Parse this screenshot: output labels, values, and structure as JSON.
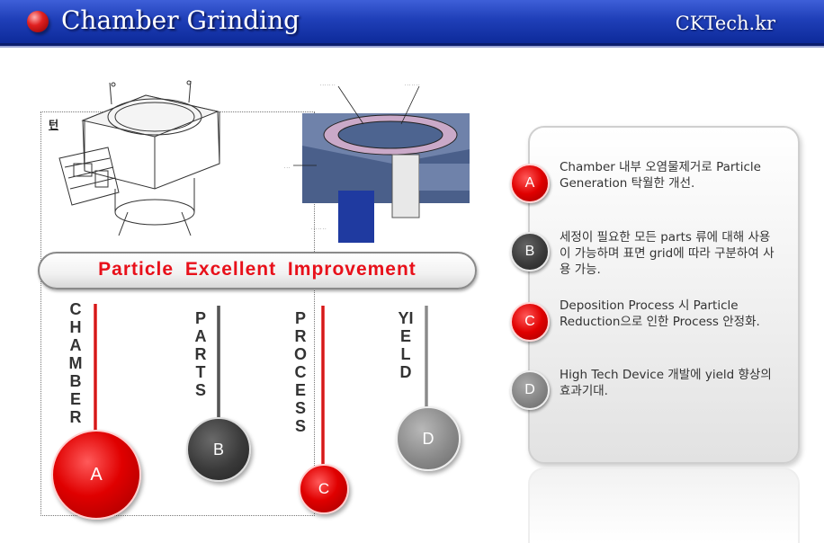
{
  "header": {
    "title": "Chamber Grinding",
    "brand": "CKTech.kr"
  },
  "diagram": {
    "frame_mark": "턴",
    "banner": "Particle Excellent Improvement",
    "columns": [
      {
        "word": "CHAMBER",
        "letter": "A",
        "color": "#e00000"
      },
      {
        "word": "PARTS",
        "letter": "B",
        "color": "#3a3a3a"
      },
      {
        "word": "PROCESS",
        "letter": "C",
        "color": "#e00000"
      },
      {
        "word": "YIELD",
        "letter": "D",
        "color": "#8a8a8a"
      }
    ]
  },
  "panel": {
    "items": [
      {
        "letter": "A",
        "text": "Chamber 내부 오염물제거로 Particle Generation 탁월한 개선.",
        "color": "#e00000"
      },
      {
        "letter": "B",
        "text": "세정이 필요한 모든 parts 류에 대해 사용이 가능하며 표면 grid에 따라 구분하여 사용 가능.",
        "color": "#3a3a3a"
      },
      {
        "letter": "C",
        "text": "Deposition Process 시 Particle Reduction으로 인한 Process 안정화.",
        "color": "#e00000"
      },
      {
        "letter": "D",
        "text": "High Tech Device 개발에 yield 향상의 효과기대.",
        "color": "#858585"
      }
    ]
  }
}
